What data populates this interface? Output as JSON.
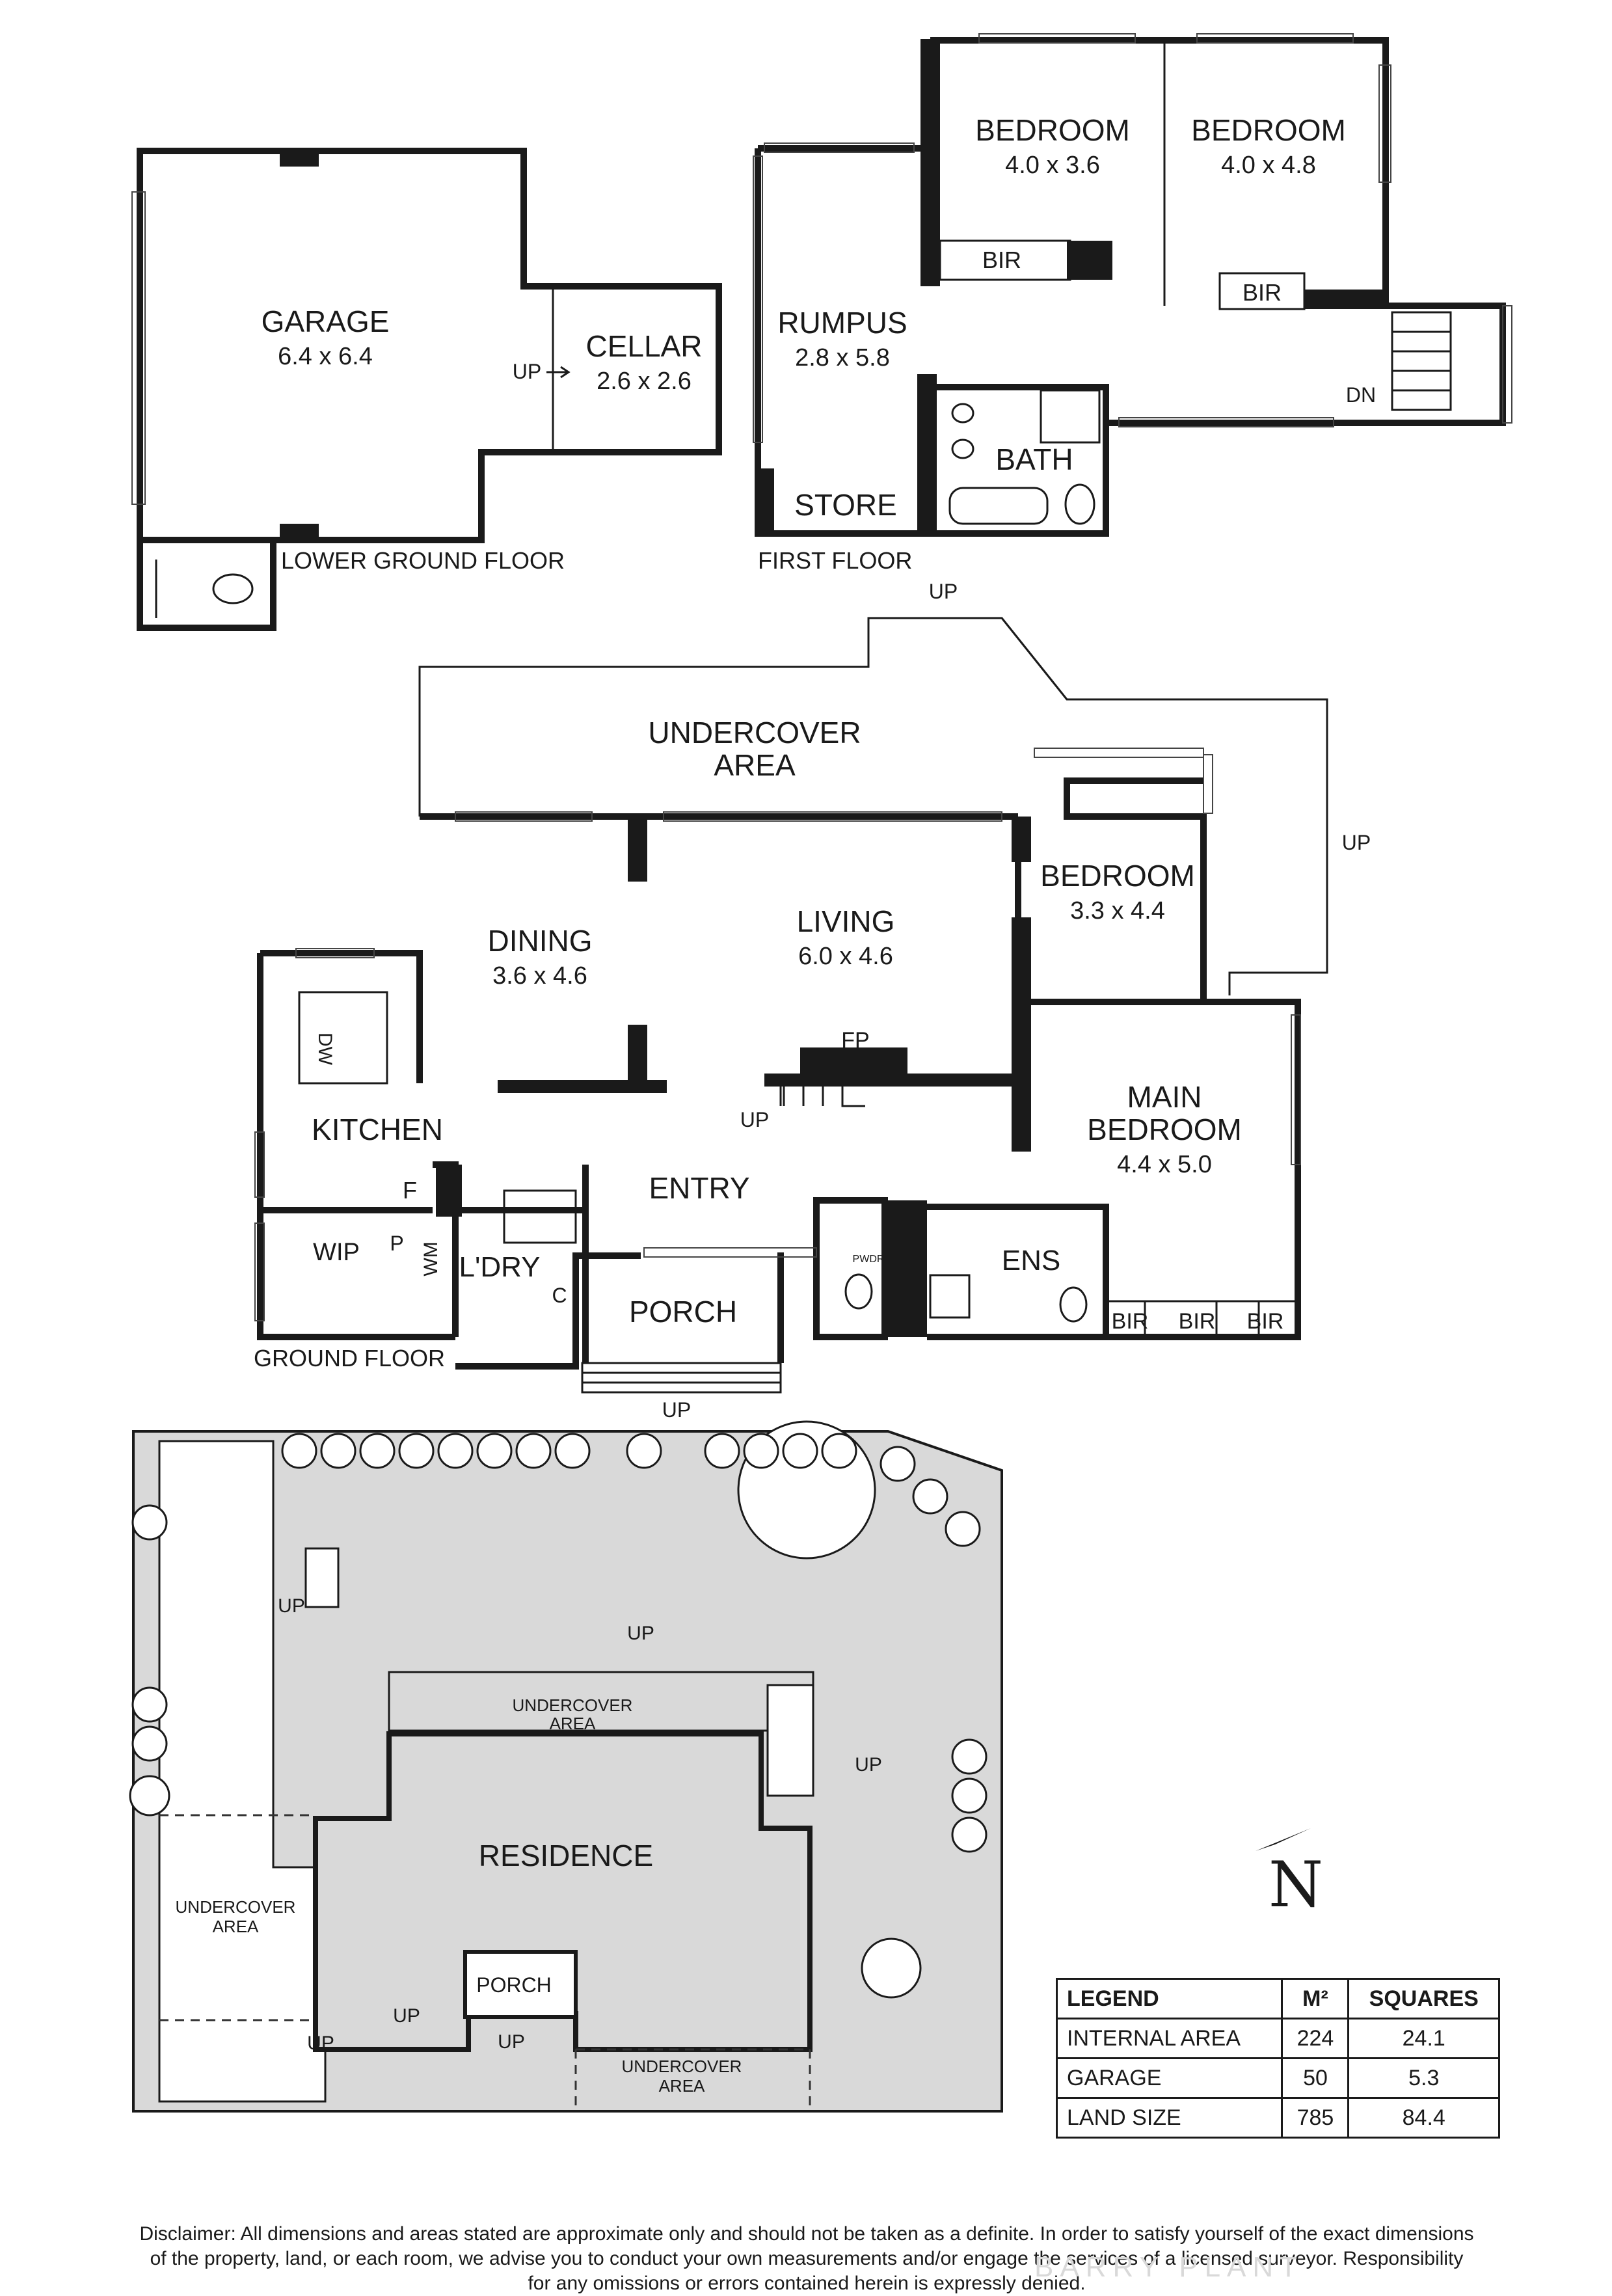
{
  "floors": {
    "lower_ground": "LOWER GROUND FLOOR",
    "first": "FIRST FLOOR",
    "ground": "GROUND FLOOR"
  },
  "rooms": {
    "garage": {
      "name": "GARAGE",
      "size": "6.4 x 6.4"
    },
    "cellar": {
      "name": "CELLAR",
      "size": "2.6 x 2.6"
    },
    "bedroom1": {
      "name": "BEDROOM",
      "size": "4.0 x 3.6"
    },
    "bedroom2": {
      "name": "BEDROOM",
      "size": "4.0 x 4.8"
    },
    "rumpus": {
      "name": "RUMPUS",
      "size": "2.8 x 5.8"
    },
    "bath": {
      "name": "BATH"
    },
    "store": {
      "name": "STORE"
    },
    "undercover_top": {
      "line1": "UNDERCOVER",
      "line2": "AREA"
    },
    "dining": {
      "name": "DINING",
      "size": "3.6 x 4.6"
    },
    "living": {
      "name": "LIVING",
      "size": "6.0 x 4.6"
    },
    "bedroom3": {
      "name": "BEDROOM",
      "size": "3.3 x 4.4"
    },
    "main_bedroom": {
      "line1": "MAIN",
      "line2": "BEDROOM",
      "size": "4.4 x 5.0"
    },
    "kitchen": {
      "name": "KITCHEN"
    },
    "entry": {
      "name": "ENTRY"
    },
    "porch": {
      "name": "PORCH"
    },
    "laundry": {
      "name": "L'DRY"
    },
    "ensuite": {
      "name": "ENS"
    },
    "wip": {
      "name": "WIP"
    }
  },
  "fixtures": {
    "bir": "BIR",
    "up": "UP",
    "dn": "DN",
    "fp": "FP",
    "dw": "DW",
    "f": "F",
    "p": "P",
    "wm": "WM",
    "c": "C",
    "pwdr": "PWDR"
  },
  "site": {
    "residence": "RESIDENCE",
    "porch": "PORCH",
    "undercover_line1": "UNDERCOVER",
    "undercover_line2": "AREA"
  },
  "compass": "N",
  "legend": {
    "headers": [
      "LEGEND",
      "M²",
      "SQUARES"
    ],
    "rows": [
      {
        "label": "INTERNAL AREA",
        "m2": "224",
        "squares": "24.1"
      },
      {
        "label": "GARAGE",
        "m2": "50",
        "squares": "5.3"
      },
      {
        "label": "LAND SIZE",
        "m2": "785",
        "squares": "84.4"
      }
    ]
  },
  "disclaimer": {
    "line1": "Disclaimer: All dimensions and areas stated are approximate only and should not be taken as a definite. In order to satisfy yourself of the exact dimensions",
    "line2": "of the property, land, or each room, we advise you to conduct your own measurements and/or engage the services of a licensed surveyor. Responsibility",
    "line3": "for any omissions or errors contained herein is expressly denied."
  },
  "watermark": "BARRY PLANT"
}
